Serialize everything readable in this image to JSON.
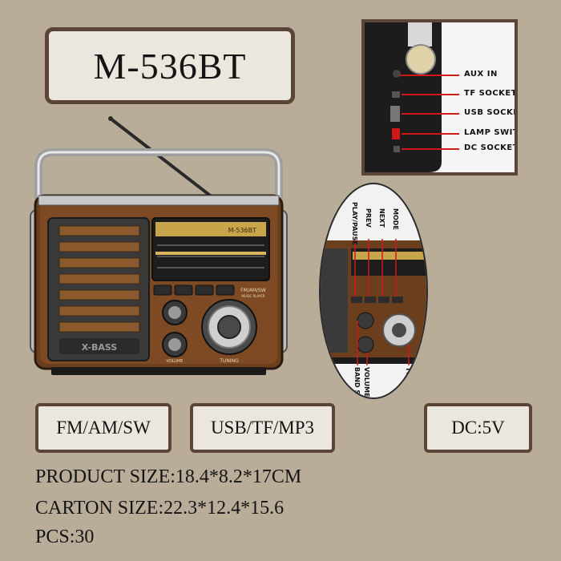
{
  "title": "M-536BT",
  "specs": {
    "bands": "FM/AM/SW",
    "media": "USB/TF/MP3",
    "power": "DC:5V"
  },
  "details": {
    "product_size": "PRODUCT SIZE:18.4*8.2*17CM",
    "carton_size": "CARTON SIZE:22.3*12.4*15.6",
    "pcs": "PCS:30"
  },
  "side_panel": {
    "labels": [
      "AUX IN",
      "TF SOCKET",
      "USB SOCKET",
      "LAMP SWITCH",
      "DC SOCKET"
    ]
  },
  "front_controls": {
    "top": [
      "PLAY/PAUSE",
      "PREV",
      "NEXT",
      "MODE"
    ],
    "bottom": [
      "BAND SWITCH",
      "VOLUME",
      "TUNING"
    ]
  },
  "radio": {
    "model_label": "M-536BT",
    "speaker_label": "X-BASS",
    "tuning_label": "TUNING",
    "player_label": "FM/AM/SW",
    "player_sub": "MUSIC PLAYER",
    "volume_label": "VOLUME"
  },
  "colors": {
    "background": "#b9ad9a",
    "card_border": "#5a4538",
    "card_fill": "#ece7de",
    "callout_red": "#d01818"
  }
}
